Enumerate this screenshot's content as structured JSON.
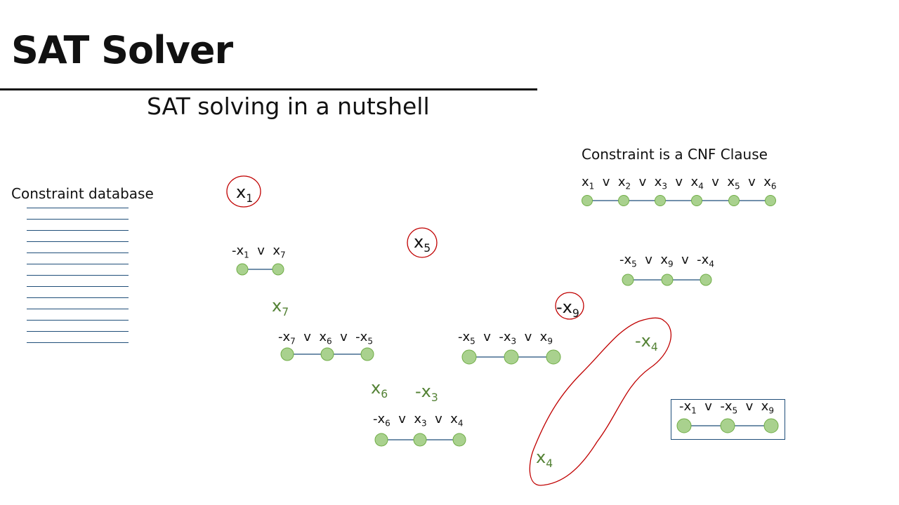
{
  "title": "SAT Solver",
  "subtitle": "SAT solving in a nutshell",
  "database_label": "Constraint database",
  "cnf_label": "Constraint is a CNF Clause",
  "colors": {
    "node_fill": "#a9d18e",
    "node_stroke": "#70ad47",
    "edge": "#1f4e79",
    "assign_green": "#548235",
    "circle_red": "#c00000"
  },
  "clauses": [
    {
      "id": "cnf",
      "literals": [
        [
          "x",
          "1"
        ],
        [
          "x",
          "2"
        ],
        [
          "x",
          "3"
        ],
        [
          "x",
          "4"
        ],
        [
          "x",
          "5"
        ],
        [
          "x",
          "6"
        ]
      ]
    },
    {
      "id": "c1",
      "literals": [
        [
          "-x",
          "1"
        ],
        [
          "x",
          "7"
        ]
      ]
    },
    {
      "id": "c2",
      "literals": [
        [
          "-x",
          "5"
        ],
        [
          "x",
          "9"
        ],
        [
          "-x",
          "4"
        ]
      ]
    },
    {
      "id": "c3",
      "literals": [
        [
          "-x",
          "7"
        ],
        [
          "x",
          "6"
        ],
        [
          "-x",
          "5"
        ]
      ]
    },
    {
      "id": "c4",
      "literals": [
        [
          "-x",
          "5"
        ],
        [
          "-x",
          "3"
        ],
        [
          "x",
          "9"
        ]
      ]
    },
    {
      "id": "c5",
      "literals": [
        [
          "-x",
          "6"
        ],
        [
          "x",
          "3"
        ],
        [
          "x",
          "4"
        ]
      ]
    },
    {
      "id": "c6",
      "literals": [
        [
          "-x",
          "1"
        ],
        [
          "-x",
          "5"
        ],
        [
          "x",
          "9"
        ]
      ]
    }
  ],
  "or_symbol": "v",
  "decisions": [
    {
      "base": "x",
      "sub": "1"
    },
    {
      "base": "x",
      "sub": "5"
    },
    {
      "base": "-x",
      "sub": "9"
    }
  ],
  "implications": [
    {
      "base": "x",
      "sub": "7"
    },
    {
      "base": "x",
      "sub": "6"
    },
    {
      "base": "-x",
      "sub": "3"
    },
    {
      "base": "-x",
      "sub": "4"
    },
    {
      "base": "x",
      "sub": "4"
    }
  ]
}
